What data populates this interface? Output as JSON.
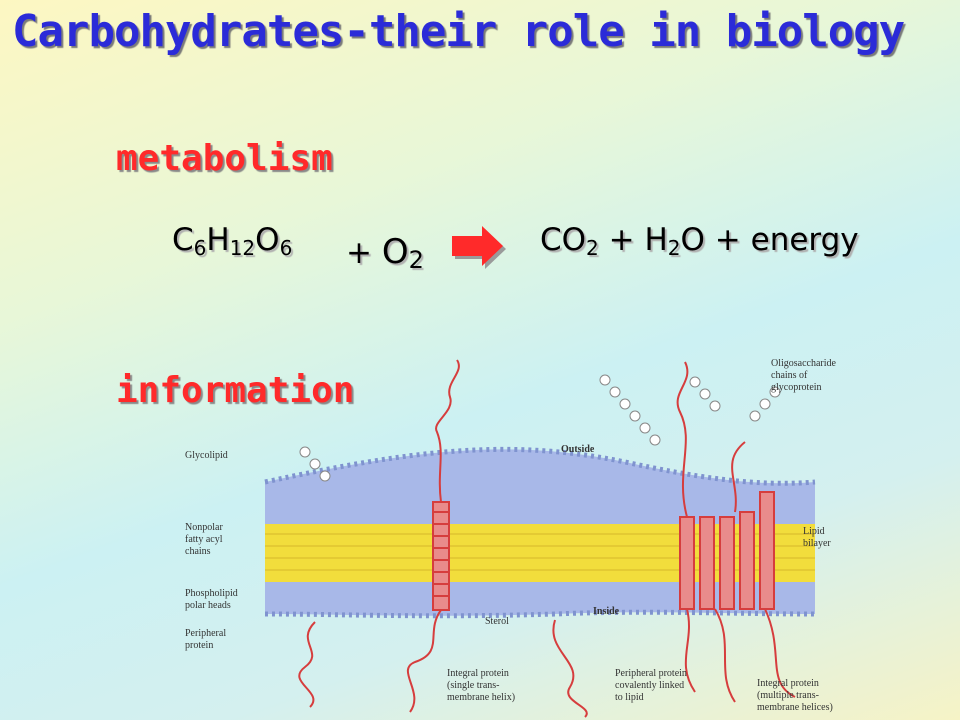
{
  "slide": {
    "title": "Carbohydrates-their role in biology",
    "metabolism_label": "metabolism",
    "information_label": "information"
  },
  "equation": {
    "reactant1": {
      "C": "C",
      "c_sub": "6",
      "H": "H",
      "h_sub": "12",
      "O": "O",
      "o_sub": "6"
    },
    "reactant2": {
      "plus": "+",
      "O": "O",
      "o_sub": "2"
    },
    "product": {
      "CO": "CO",
      "co_sub": "2",
      "plus1": "+",
      "H": "H",
      "h_sub": "2",
      "O": "O",
      "plus2": "+",
      "energy": "energy"
    },
    "arrow_color": "#ff2a2a"
  },
  "figure": {
    "labels": {
      "oligosaccharide": [
        "Oligosaccharide",
        "chains of",
        "glycoprotein"
      ],
      "outside": "Outside",
      "inside": "Inside",
      "glycolipid": "Glycolipid",
      "nonpolar": [
        "Nonpolar",
        "fatty acyl",
        "chains"
      ],
      "phospholipid": [
        "Phospholipid",
        "polar heads"
      ],
      "peripheral": [
        "Peripheral",
        "protein"
      ],
      "sterol": "Sterol",
      "lipid_bilayer": [
        "Lipid",
        "bilayer"
      ],
      "integral_single": [
        "Integral protein",
        "(single trans-",
        "membrane helix)"
      ],
      "peripheral_covalent": [
        "Peripheral protein",
        "covalently linked",
        "to lipid"
      ],
      "integral_multi": [
        "Integral protein",
        "(multiple trans-",
        "membrane helices)"
      ]
    }
  },
  "colors": {
    "title": "#2b2bd8",
    "section": "#ff2a2a",
    "head_group": "#9fb3e6",
    "fatty_chain": "#f2dd3c",
    "protein": "#e34848"
  }
}
